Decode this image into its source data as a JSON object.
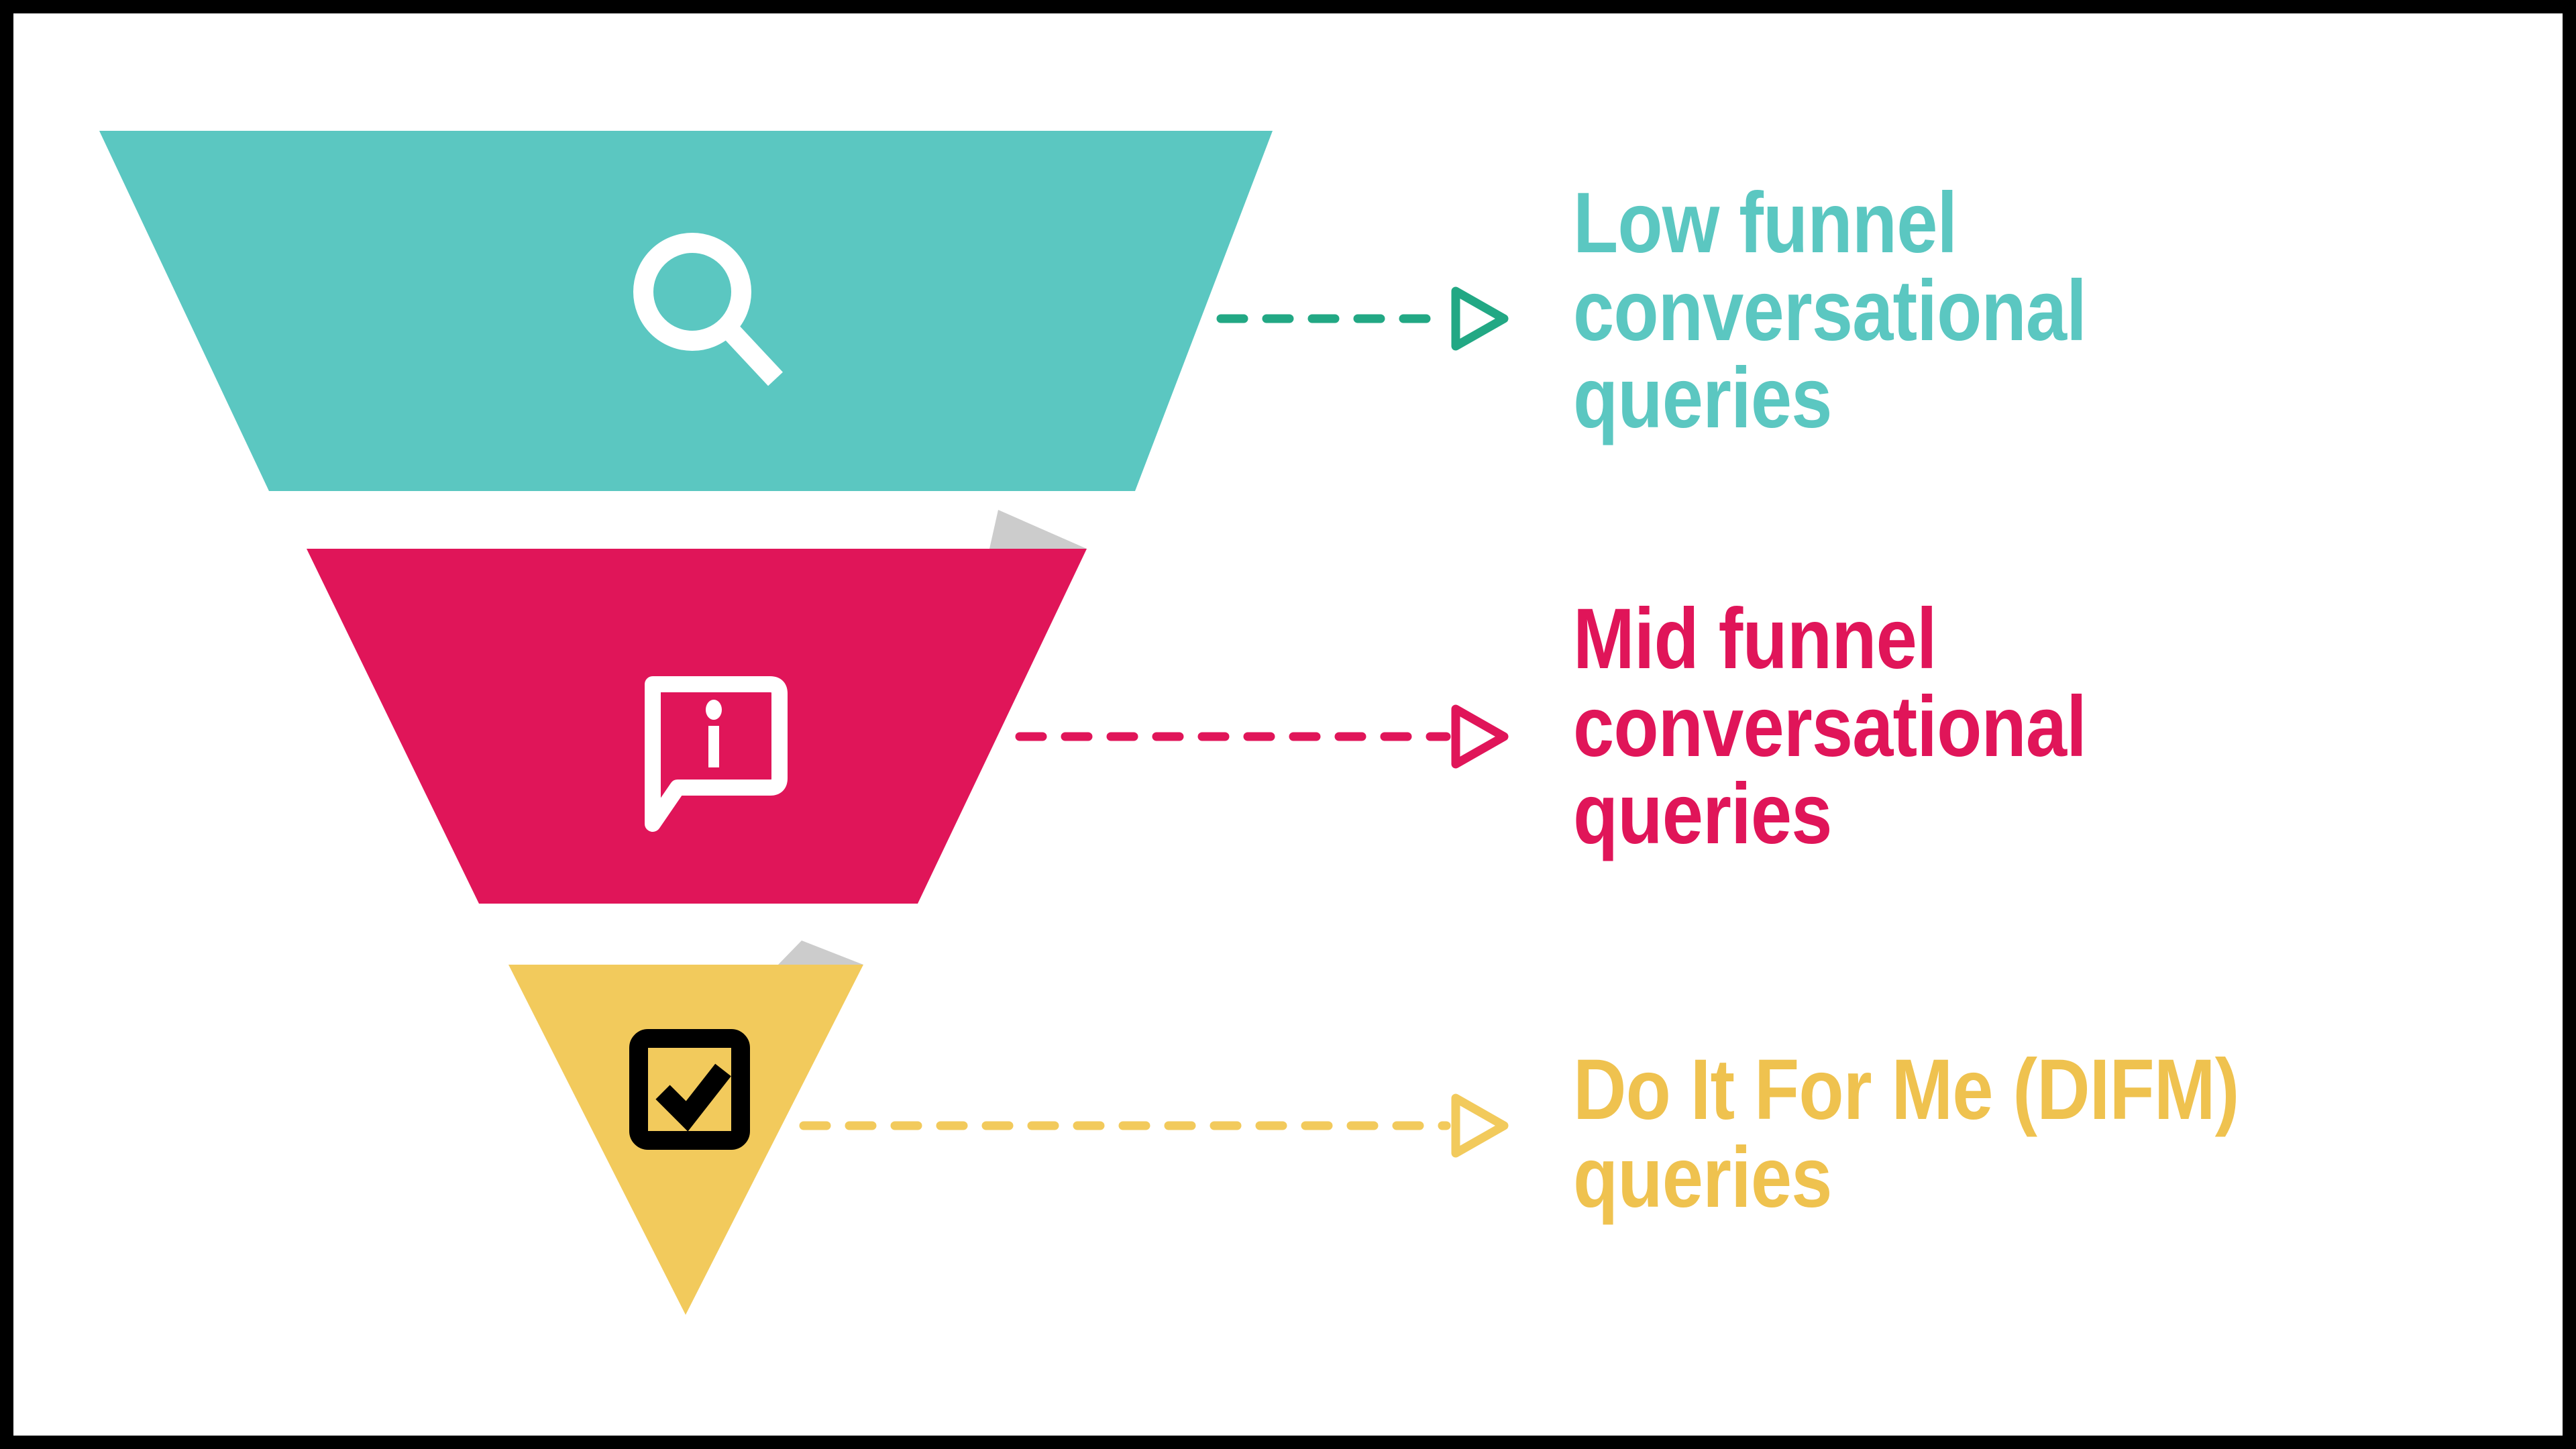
{
  "diagram": {
    "type": "funnel",
    "title_visible": false,
    "background": "#ffffff",
    "frame_color": "#000000",
    "fold_color": "#cccccc",
    "stages": [
      {
        "id": "low-funnel",
        "label": "Low funnel\nconversational\nqueries",
        "shape": "trapezoid",
        "fill": "#5BC7C1",
        "text_color": "#5BC7C1",
        "connector_color": "#22A884",
        "icon": "search-icon",
        "icon_color": "#ffffff",
        "has_fold": false
      },
      {
        "id": "mid-funnel",
        "label": "Mid funnel\nconversational\nqueries",
        "shape": "trapezoid",
        "fill": "#E01559",
        "text_color": "#E01559",
        "connector_color": "#E01559",
        "icon": "info-message-icon",
        "icon_color": "#ffffff",
        "has_fold": true
      },
      {
        "id": "difm",
        "label": "Do It For Me (DIFM)\nqueries",
        "shape": "triangle",
        "fill": "#F2CA5C",
        "text_color": "#EFC24F",
        "connector_color": "#F2CA5C",
        "icon": "checkbox-checked-icon",
        "icon_color": "#000000",
        "has_fold": true
      }
    ]
  }
}
